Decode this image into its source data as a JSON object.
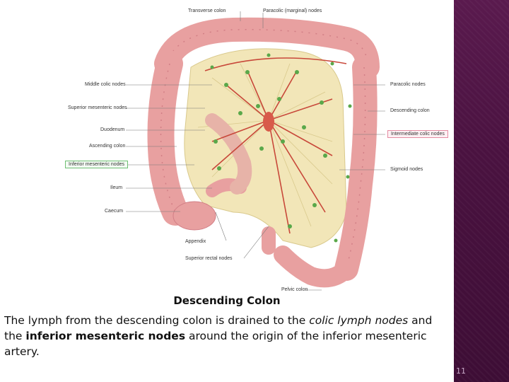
{
  "figure": {
    "labels": {
      "transverse_colon": "Transverse colon",
      "paracolic_marginal_nodes": "Paracolic (marginal) nodes",
      "middle_colic_nodes": "Middle colic nodes",
      "superior_mesenteric_nodes": "Superior mesenteric nodes",
      "duodenum": "Duodenum",
      "ascending_colon": "Ascending colon",
      "inferior_mesenteric_nodes": "Inferior mesenteric nodes",
      "ileum": "Ileum",
      "caecum": "Caecum",
      "appendix": "Appendix",
      "superior_rectal_nodes": "Superior rectal nodes",
      "pelvic_colon": "Pelvic colon",
      "paracolic_nodes": "Paracolic nodes",
      "descending_colon": "Descending colon",
      "intermediate_colic_nodes": "Intermediate colic nodes",
      "sigmoid_nodes": "Sigmoid nodes"
    }
  },
  "slide": {
    "title": "Descending Colon",
    "body": {
      "part1": "The lymph from the descending colon is drained to the ",
      "italic": "colic lymph nodes",
      "part2": " and the ",
      "bold": "inferior mesenteric nodes",
      "part3": " around the origin of the inferior mesenteric artery."
    },
    "page_number": "11"
  },
  "colors": {
    "sidebar": "#4a1240",
    "colon": "#e8a0a0",
    "mesentery": "#f2e6b8",
    "artery": "#c8483a",
    "lymph_node": "#5aa84a"
  }
}
